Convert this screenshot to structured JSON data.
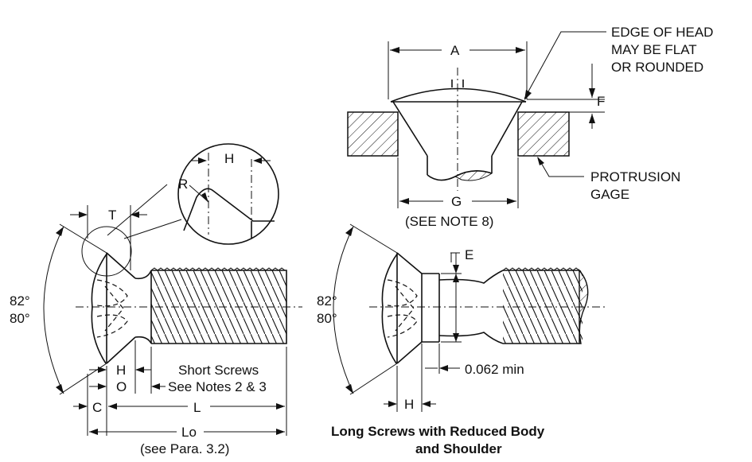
{
  "labels": {
    "A": "A",
    "edge_of_head": [
      "EDGE OF HEAD",
      "MAY BE FLAT",
      "OR ROUNDED"
    ],
    "F": "F",
    "G": "G",
    "see_note_8": "(SEE NOTE 8)",
    "protrusion_gage": [
      "PROTRUSION",
      "GAGE"
    ],
    "T": "T",
    "H_detail": "H",
    "R": "R",
    "angle_left": [
      "82°",
      "80°"
    ],
    "angle_right": [
      "82°",
      "80°"
    ],
    "E": "E",
    "H_left": "H",
    "O": "O",
    "short_screws": [
      "Short Screws",
      "See Notes 2 & 3"
    ],
    "C": "C",
    "L": "L",
    "Lo": "Lo",
    "see_para": "(see Para. 3.2)",
    "min_062": "0.062 min",
    "H_right": "H",
    "long_screws_caption": [
      "Long Screws with Reduced Body",
      "and Shoulder"
    ]
  }
}
